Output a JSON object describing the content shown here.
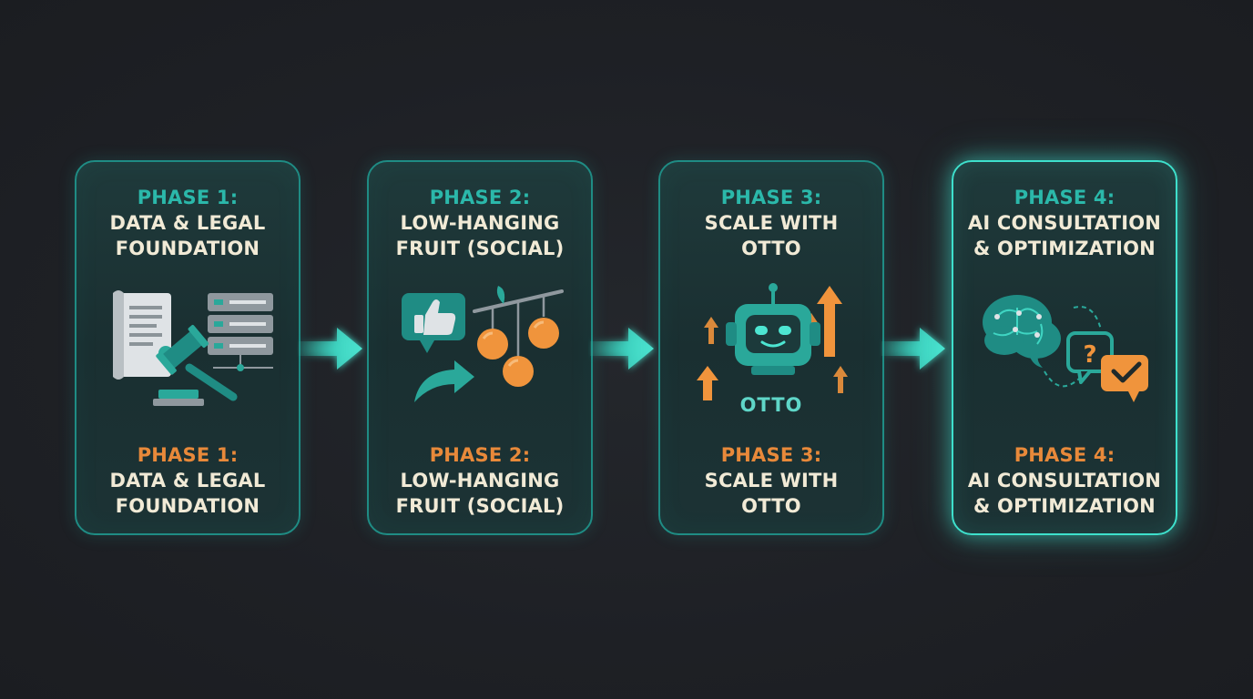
{
  "phases": [
    {
      "label": "PHASE 1:",
      "title_line1": "DATA & LEGAL",
      "title_line2": "FOUNDATION",
      "icon": "document-server-gavel-icon"
    },
    {
      "label": "PHASE 2:",
      "title_line1": "LOW-HANGING",
      "title_line2": "FRUIT (SOCIAL)",
      "icon": "thumbs-up-fruit-icon"
    },
    {
      "label": "PHASE 3:",
      "title_line1": "SCALE WITH",
      "title_line2": "OTTO",
      "icon": "robot-arrows-icon",
      "icon_label": "OTTO"
    },
    {
      "label": "PHASE 4:",
      "title_line1": "AI CONSULTATION",
      "title_line2": "& OPTIMIZATION",
      "icon": "brain-chat-icon",
      "highlighted": true
    }
  ],
  "colors": {
    "background": "#1f2126",
    "card_border": "#1f8c84",
    "card_border_highlight": "#3ee0cc",
    "phase_label_top": "#2bb8aa",
    "phase_label_bottom": "#e8893a",
    "title_text": "#f1ead6",
    "accent_orange": "#f0943c",
    "accent_teal": "#2aa89a"
  },
  "connectors": [
    "arrow-right-icon",
    "arrow-right-icon",
    "arrow-right-icon"
  ]
}
